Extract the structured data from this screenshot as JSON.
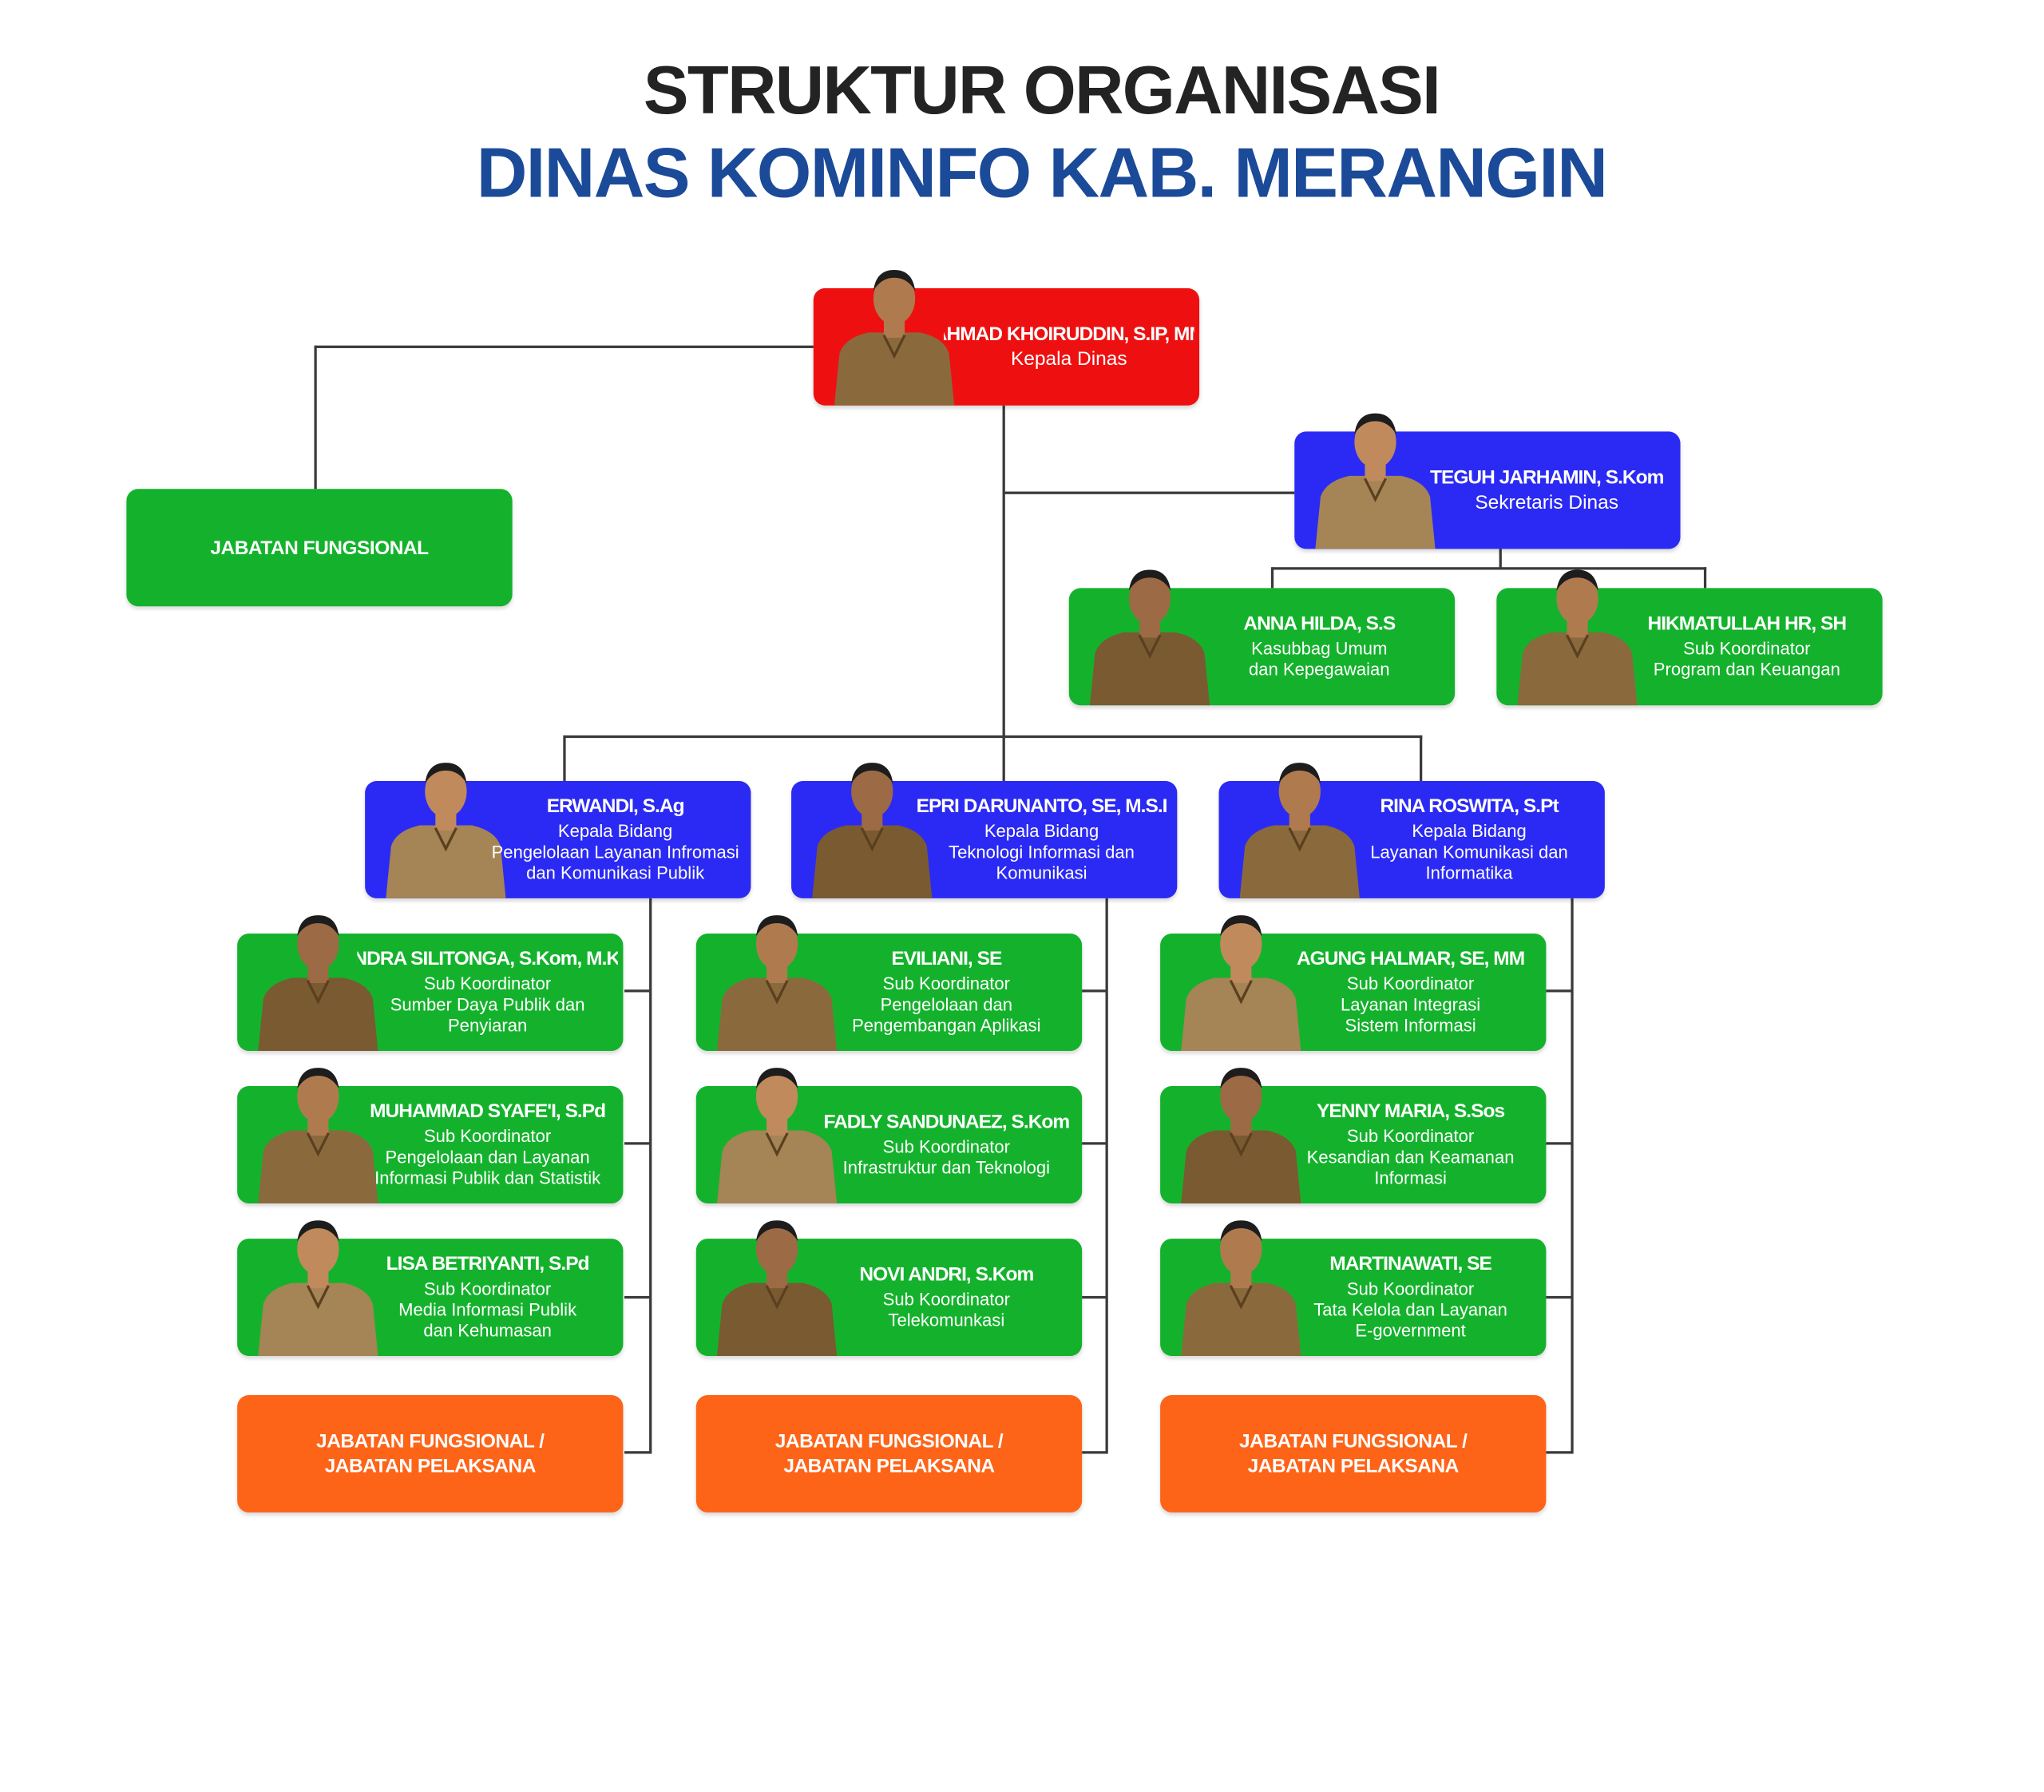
{
  "title": {
    "line1": "STRUKTUR ORGANISASI",
    "line2": "DINAS KOMINFO KAB. MERANGIN"
  },
  "colors": {
    "kepala": "#ee1010",
    "bidang": "#2b2af4",
    "sub": "#14b22c",
    "pelaksana": "#fd6418",
    "title2": "#1b4a98"
  },
  "kepala": {
    "name": "AHMAD KHOIRUDDIN, S.IP, MM",
    "role": "Kepala Dinas"
  },
  "fungsional": {
    "label": "JABATAN FUNGSIONAL"
  },
  "sekretaris": {
    "name": "TEGUH JARHAMIN, S.Kom",
    "role": "Sekretaris Dinas"
  },
  "sekretariat": [
    {
      "name": "ANNA HILDA, S.S",
      "role": "Kasubbag Umum\ndan Kepegawaian"
    },
    {
      "name": "HIKMATULLAH HR, SH",
      "role": "Sub Koordinator\nProgram dan Keuangan"
    }
  ],
  "bidang": [
    {
      "name": "ERWANDI, S.Ag",
      "role": "Kepala Bidang\nPengelolaan Layanan Infromasi\ndan Komunikasi Publik",
      "subs": [
        {
          "name": "HENDRA SILITONGA, S.Kom, M.Kom",
          "role": "Sub Koordinator\nSumber Daya Publik dan\nPenyiaran"
        },
        {
          "name": "MUHAMMAD SYAFE'I, S.Pd",
          "role": "Sub Koordinator\nPengelolaan dan Layanan\nInformasi Publik dan Statistik"
        },
        {
          "name": "LISA BETRIYANTI, S.Pd",
          "role": "Sub Koordinator\nMedia Informasi Publik\ndan Kehumasan"
        }
      ],
      "pelaksana": "JABATAN FUNGSIONAL /\nJABATAN PELAKSANA"
    },
    {
      "name": "EPRI DARUNANTO, SE, M.S.I",
      "role": "Kepala Bidang\nTeknologi Informasi dan\nKomunikasi",
      "subs": [
        {
          "name": "EVILIANI, SE",
          "role": "Sub Koordinator\nPengelolaan dan\nPengembangan Aplikasi"
        },
        {
          "name": "FADLY SANDUNAEZ, S.Kom",
          "role": "Sub Koordinator\nInfrastruktur dan Teknologi"
        },
        {
          "name": "NOVI ANDRI, S.Kom",
          "role": "Sub Koordinator\nTelekomunkasi"
        }
      ],
      "pelaksana": "JABATAN FUNGSIONAL /\nJABATAN PELAKSANA"
    },
    {
      "name": "RINA ROSWITA, S.Pt",
      "role": "Kepala Bidang\nLayanan Komunikasi dan\nInformatika",
      "subs": [
        {
          "name": "AGUNG HALMAR, SE, MM",
          "role": "Sub Koordinator\nLayanan Integrasi\nSistem Informasi"
        },
        {
          "name": "YENNY MARIA, S.Sos",
          "role": "Sub Koordinator\nKesandian dan Keamanan\nInformasi"
        },
        {
          "name": "MARTINAWATI, SE",
          "role": "Sub Koordinator\nTata Kelola dan Layanan\nE-government"
        }
      ],
      "pelaksana": "JABATAN FUNGSIONAL /\nJABATAN PELAKSANA"
    }
  ]
}
